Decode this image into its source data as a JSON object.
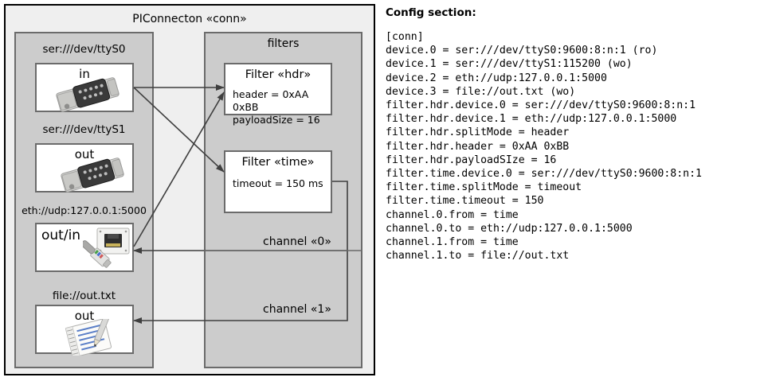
{
  "diagram": {
    "outer": {
      "title": "PIConnecton «conn»"
    },
    "devices_panel": {
      "title": "",
      "items": [
        {
          "label": "ser:///dev/ttyS0",
          "io": "in",
          "icon": "serial-port-icon"
        },
        {
          "label": "ser:///dev/ttyS1",
          "io": "out",
          "icon": "serial-port-icon"
        },
        {
          "label": "eth://udp:127.0.0.1:5000",
          "io": "out/in",
          "icon": "ethernet-plug-icon"
        },
        {
          "label": "file://out.txt",
          "io": "out",
          "icon": "text-file-icon"
        }
      ]
    },
    "filters_panel": {
      "title": "filters",
      "filters": [
        {
          "title": "Filter «hdr»",
          "props": [
            "header = 0xAA 0xBB",
            "payloadSize = 16"
          ]
        },
        {
          "title": "Filter «time»",
          "props": [
            "timeout = 150 ms"
          ]
        }
      ],
      "channels": [
        {
          "label": "channel «0»"
        },
        {
          "label": "channel «1»"
        }
      ]
    },
    "colors": {
      "canvas": "#ffffff",
      "outer_fill": "#efefef",
      "outer_stroke": "#000000",
      "panel_fill": "#cccccc",
      "panel_stroke": "#6b6b6b",
      "card_fill": "#ffffff",
      "card_stroke": "#6b6b6b",
      "arrow": "#3f3f3f"
    }
  },
  "config": {
    "heading": "Config section:",
    "lines": [
      "[conn]",
      "device.0 = ser:///dev/ttyS0:9600:8:n:1 (ro)",
      "device.1 = ser:///dev/ttyS1:115200 (wo)",
      "device.2 = eth://udp:127.0.0.1:5000",
      "device.3 = file://out.txt (wo)",
      "filter.hdr.device.0 = ser:///dev/ttyS0:9600:8:n:1",
      "filter.hdr.device.1 = eth://udp:127.0.0.1:5000",
      "filter.hdr.splitMode = header",
      "filter.hdr.header = 0xAA 0xBB",
      "filter.hdr.payloadSIze = 16",
      "filter.time.device.0 = ser:///dev/ttyS0:9600:8:n:1",
      "filter.time.splitMode = timeout",
      "filter.time.timeout = 150",
      "channel.0.from = time",
      "channel.0.to = eth://udp:127.0.0.1:5000",
      "channel.1.from = time",
      "channel.1.to = file://out.txt"
    ]
  }
}
